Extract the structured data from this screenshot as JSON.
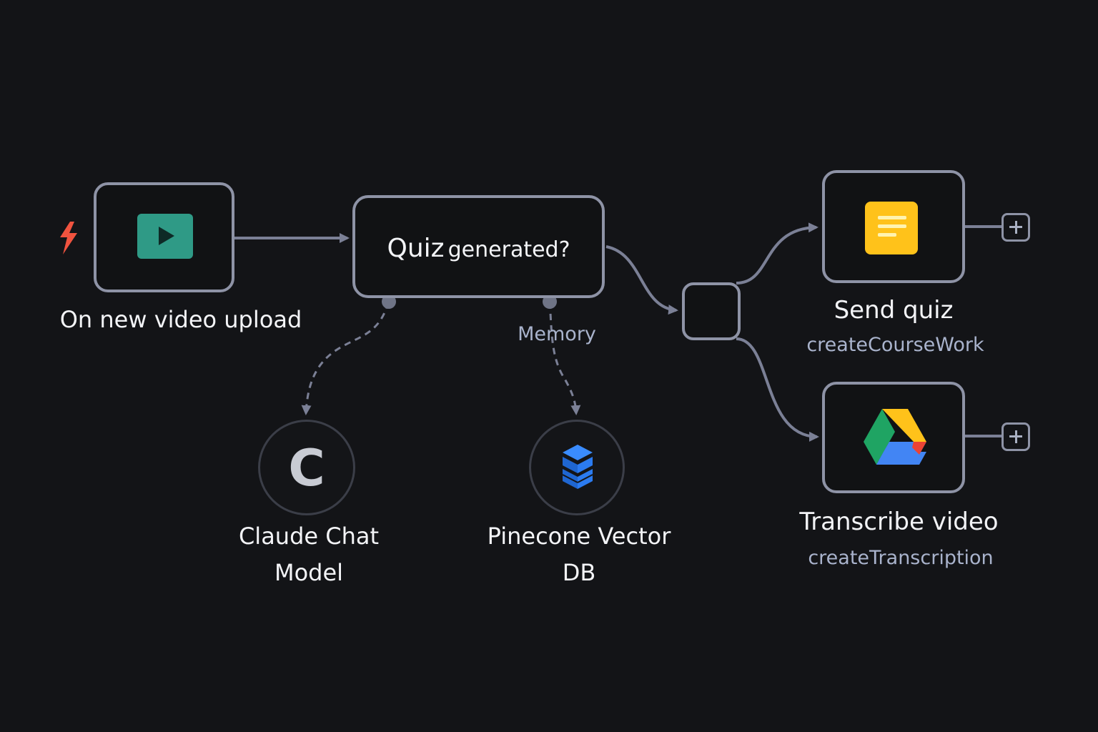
{
  "canvas": {
    "background": "#131417",
    "edge_color": "#7b8096",
    "node_border_color": "#8e93a6"
  },
  "nodes": {
    "trigger": {
      "label": "On new video upload",
      "icon": "video-play-icon",
      "icon_color": "#2f9a86",
      "badge_icon": "lightning-bolt-icon",
      "badge_color": "#f0533f"
    },
    "condition": {
      "label_prefix": "Quiz",
      "label_suffix": "generated?"
    },
    "router": {
      "label": ""
    },
    "send_quiz": {
      "title": "Send quiz",
      "subtitle": "createCourseWork",
      "icon": "google-classroom-doc-icon",
      "icon_color": "#ffc21a"
    },
    "transcribe": {
      "title": "Transcribe video",
      "subtitle": "createTranscription",
      "icon": "google-drive-icon"
    },
    "claude": {
      "line1": "Claude Chat",
      "line2": "Model",
      "icon": "claude-c-icon",
      "icon_glyph": "C"
    },
    "pinecone": {
      "line1": "Pinecone Vector",
      "line2": "DB",
      "icon": "pinecone-stack-icon",
      "icon_color": "#2b7bf0"
    }
  },
  "connections": {
    "memory_label": "Memory",
    "add_icon": "plus-icon"
  }
}
